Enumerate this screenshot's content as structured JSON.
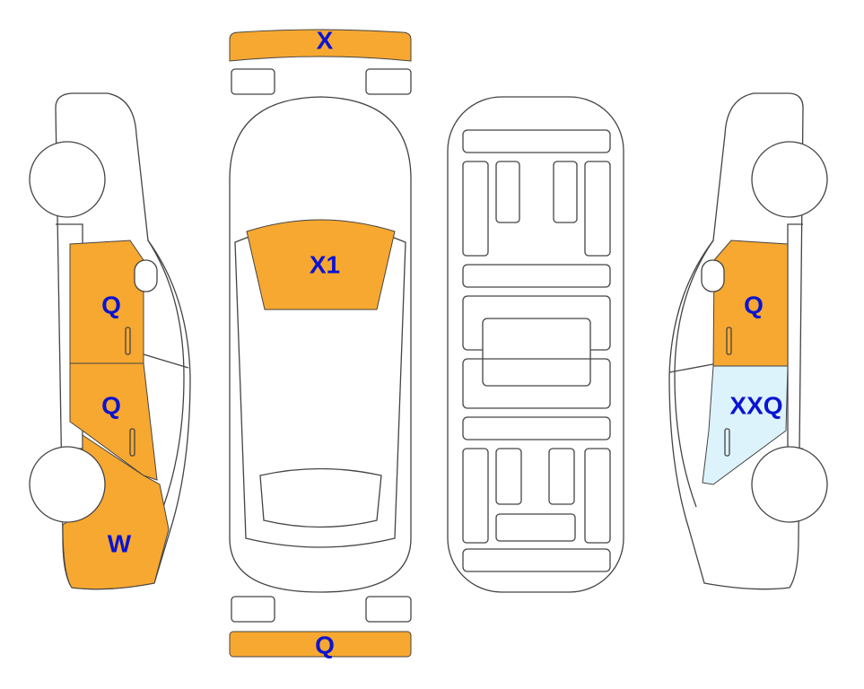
{
  "colors": {
    "damage": "#F7A830",
    "damage_light": "#DDF3FB",
    "label": "#0A14D2",
    "outline": "#444444"
  },
  "labels": {
    "front_bumper": "X",
    "windshield": "X1",
    "rear_bumper": "Q",
    "left_rear_door": "Q",
    "left_front_door": "Q",
    "left_front_fender": "W",
    "right_rear_door": "Q",
    "right_front_door": "XXQ"
  }
}
